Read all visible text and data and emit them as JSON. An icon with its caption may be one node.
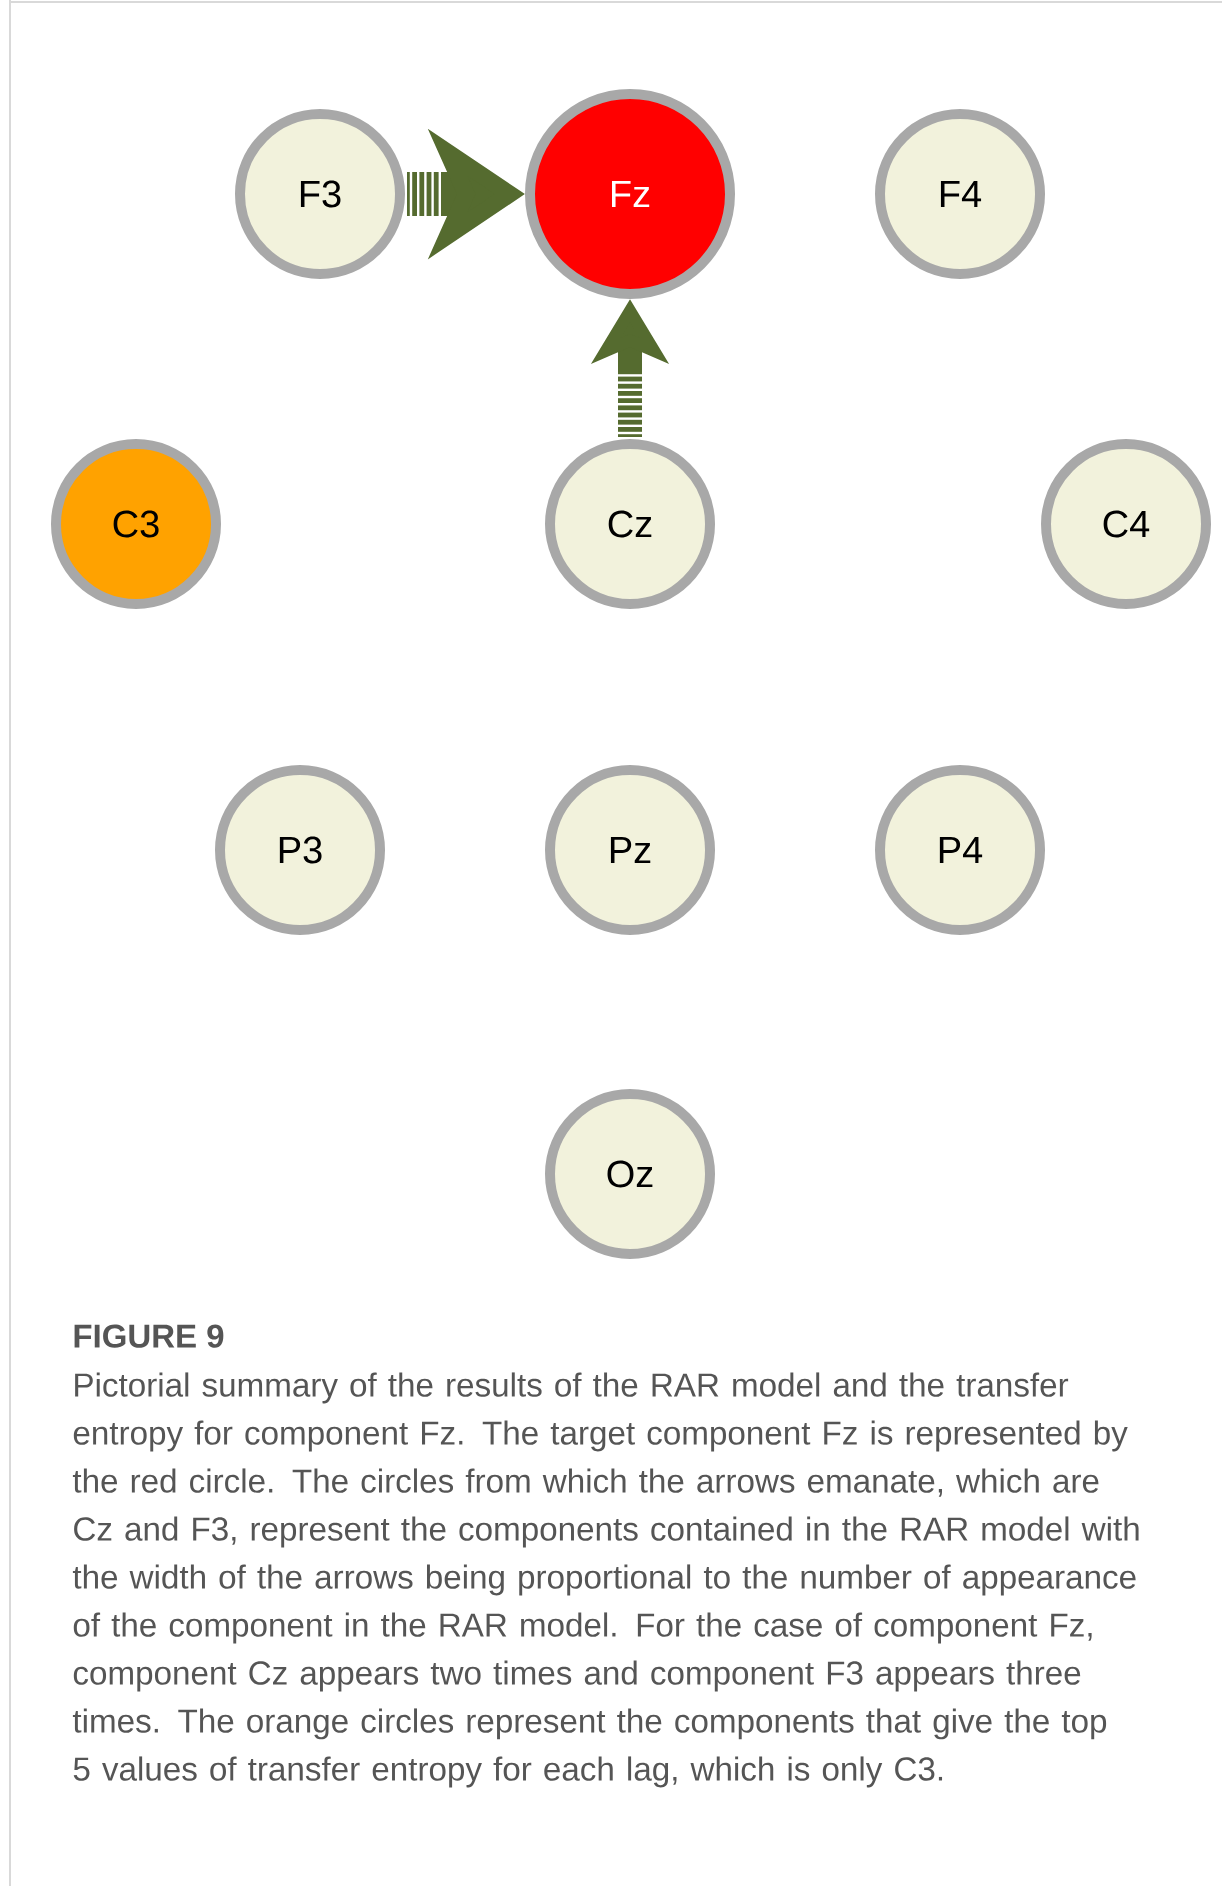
{
  "diagram": {
    "title": "FIGURE 9",
    "caption": "Pictorial summary of the results of the RAR model and the transfer entropy for component Fz. The target component Fz is represented by the red circle. The circles from which the arrows emanate, which are Cz and F3, represent the components contained in the RAR model with the width of the arrows being proportional to the number of appearance of the component in the RAR model. For the case of component Fz, component Cz appears two times and component F3 appears three times. The orange circles represent the components that give the top 5 values of transfer entropy for each lag, which is only C3.",
    "nodes": [
      {
        "text": [
          "F3"
        ]
      },
      {
        "text": [
          "Fz"
        ]
      },
      {
        "text": [
          "F4"
        ]
      },
      {
        "text": [
          "C3"
        ]
      },
      {
        "text": [
          "Cz"
        ]
      },
      {
        "text": [
          "C4"
        ]
      },
      {
        "text": [
          "P3"
        ]
      },
      {
        "text": [
          "Pz"
        ]
      },
      {
        "text": [
          "P4"
        ]
      },
      {
        "text": [
          "Oz"
        ]
      }
    ],
    "edges": [
      {
        "from": 0,
        "to": 1,
        "arrow": "to",
        "style": "thick"
      },
      {
        "from": 4,
        "to": 1,
        "arrow": "to"
      }
    ]
  }
}
